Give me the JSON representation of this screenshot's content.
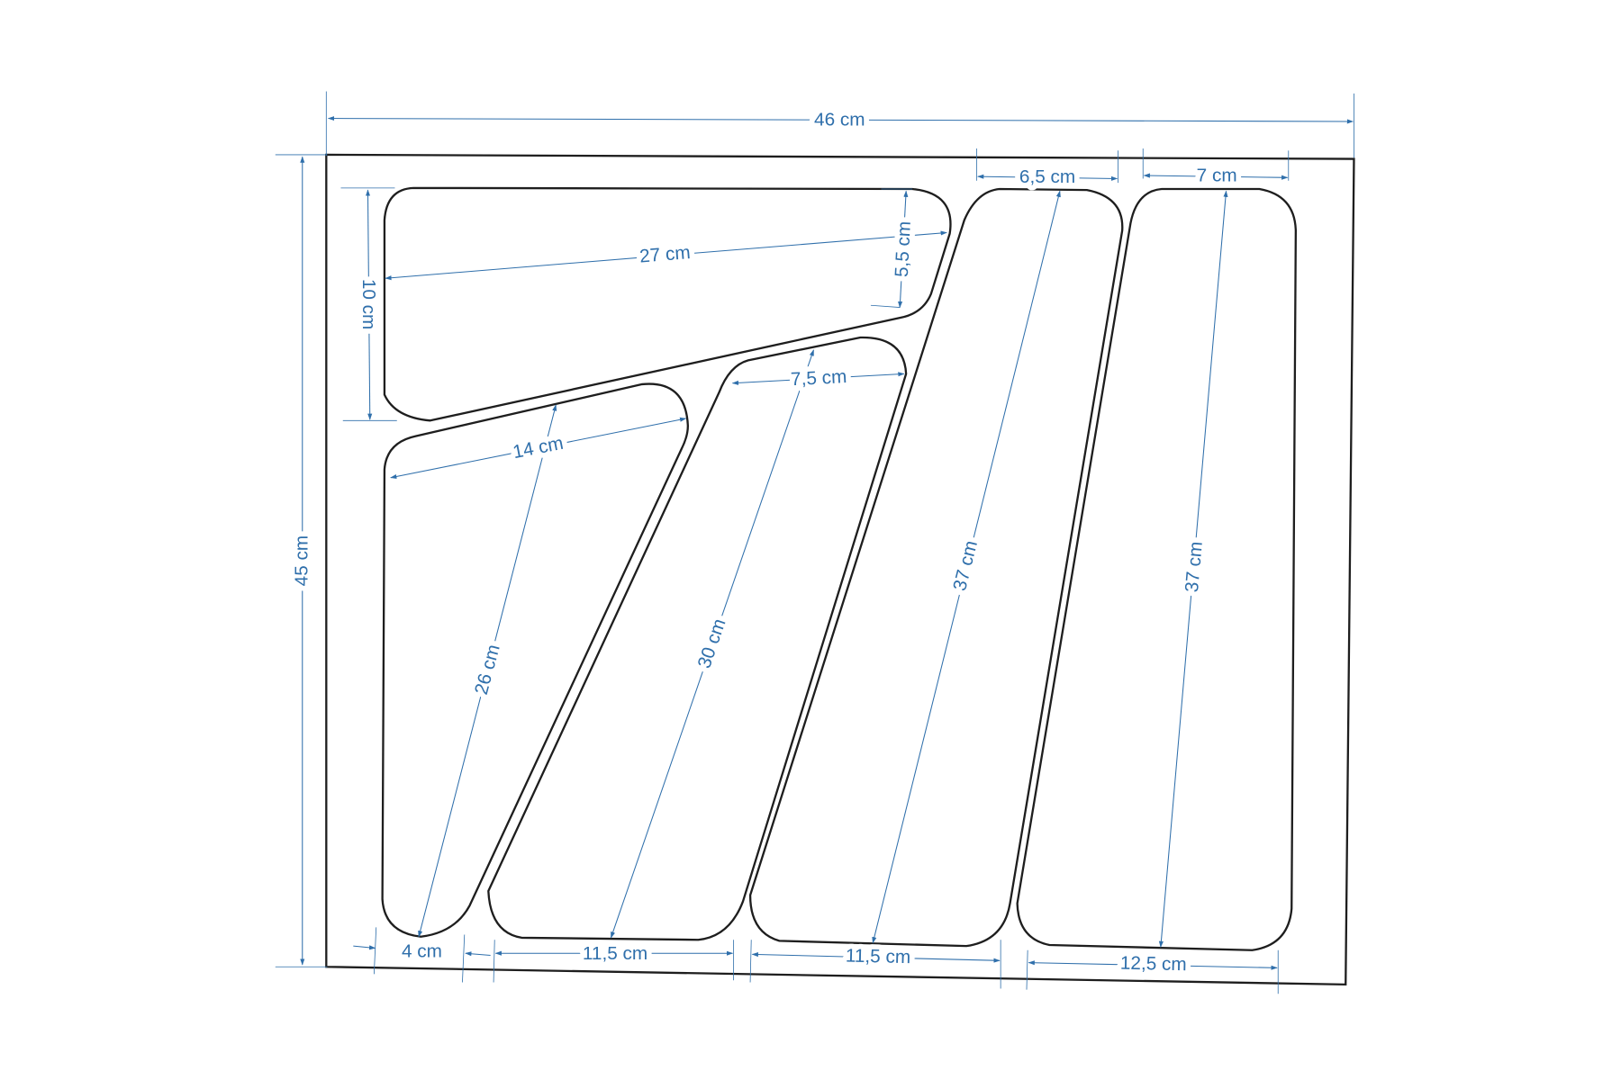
{
  "diagram": {
    "line_color": "#2f6fab",
    "outline_color": "#1e1e1e",
    "dimensions": {
      "total_width": "46 cm",
      "total_depth": "45 cm",
      "top_slot_1_width": "6,5 cm",
      "top_slot_2_width": "7 cm",
      "top_left_length": "27 cm",
      "top_left_right_height": "5,5 cm",
      "top_left_height": "10 cm",
      "mid_left_width": "14 cm",
      "mid_left_length": "26 cm",
      "mid_slot_top_width": "7,5 cm",
      "mid_slot_length": "30 cm",
      "slot_3_length": "37 cm",
      "slot_4_length": "37 cm",
      "bottom_gap": "4 cm",
      "bottom_1": "11,5 cm",
      "bottom_2": "11,5 cm",
      "bottom_3": "12,5 cm"
    }
  }
}
